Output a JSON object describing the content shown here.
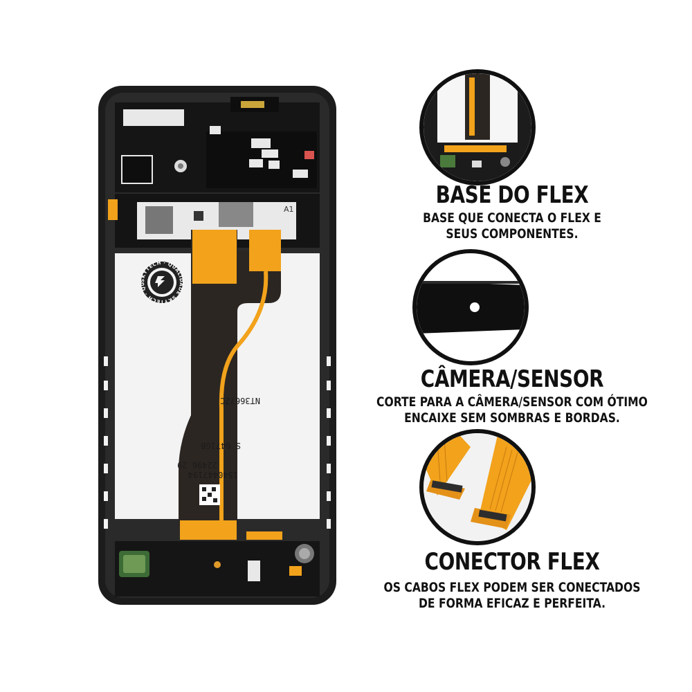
{
  "seal": {
    "ring_text": "SKYTECH · QUALIDADE SKYTECH · QUALIDADE"
  },
  "flex_print": {
    "line1": "NT3667ZC",
    "line2": "S 0471GB",
    "line3": "22496 29",
    "line4": "1540447194"
  },
  "features": [
    {
      "title": "BASE DO FLEX",
      "desc_line1": "BASE QUE CONECTA O FLEX E",
      "desc_line2": "SEUS COMPONENTES.",
      "icon": "flex-base-closeup"
    },
    {
      "title": "CÂMERA/SENSOR",
      "desc_line1": "CORTE PARA A CÂMERA/SENSOR COM ÓTIMO",
      "desc_line2": "ENCAIXE SEM SOMBRAS E BORDAS.",
      "icon": "camera-cutout-closeup"
    },
    {
      "title": "CONECTOR FLEX",
      "desc_line1": "OS CABOS FLEX PODEM SER CONECTADOS",
      "desc_line2": "DE FORMA EFICAZ E PERFEITA.",
      "icon": "flex-connector-closeup"
    }
  ],
  "colors": {
    "frame": "#1c1c1c",
    "flex_orange": "#f2a21b",
    "flex_dark": "#2c2622",
    "panel_white": "#f3f3f3",
    "text": "#111111"
  }
}
